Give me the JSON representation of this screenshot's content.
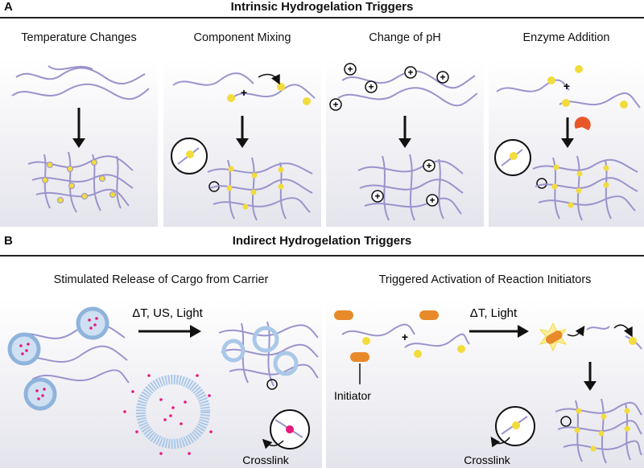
{
  "section_a": {
    "letter": "A",
    "title": "Intrinsic Hydrogelation Triggers",
    "panels": [
      {
        "label": "Temperature Changes"
      },
      {
        "label": "Component Mixing"
      },
      {
        "label": "Change of pH"
      },
      {
        "label": "Enzyme Addition"
      }
    ]
  },
  "section_b": {
    "letter": "B",
    "title": "Indirect Hydrogelation Triggers",
    "panels": [
      {
        "label": "Stimulated Release of Cargo from Carrier",
        "arrow_label": "ΔT, US, Light",
        "callout_label": "Crosslink"
      },
      {
        "label": "Triggered Activation of Reaction Initiators",
        "arrow_label": "ΔT, Light",
        "initiator_label": "Initiator",
        "callout_label": "Crosslink"
      }
    ]
  },
  "symbols": {
    "plus": "+",
    "charge": "+"
  },
  "colors": {
    "polymer": "#9b93cc",
    "yellow": "#f2dc3c",
    "orange": "#e98a2a",
    "magenta": "#e8187e",
    "carrier": "#aac8e8",
    "panel_top": "#ffffff",
    "panel_bottom": "#e6e6ee"
  }
}
